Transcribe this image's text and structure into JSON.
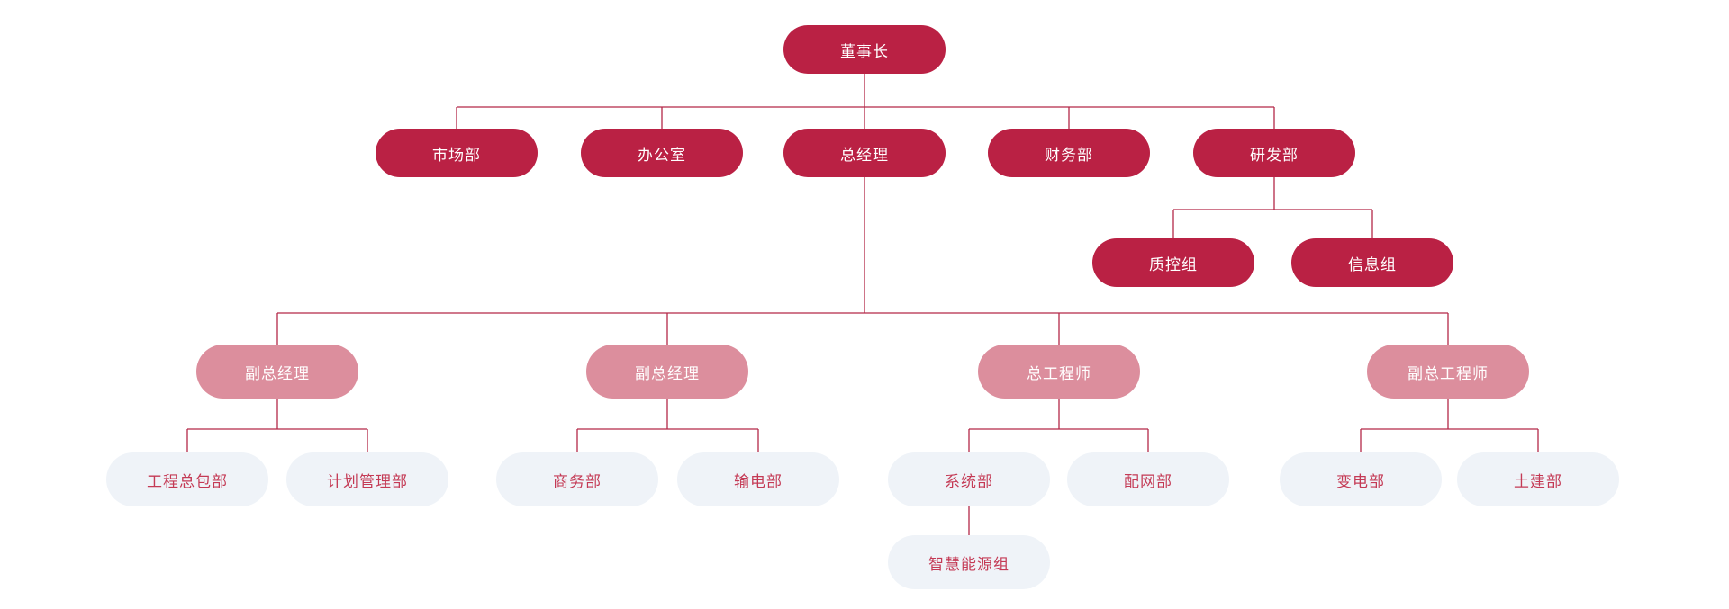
{
  "org": {
    "colors": {
      "primary": "#ba2144",
      "secondary": "#dc8e9d",
      "tertiary_bg": "#eff3f8",
      "tertiary_text": "#c43a55",
      "line": "#b42848"
    },
    "nodes": [
      {
        "id": "chairman",
        "label": "董事长",
        "level": "primary"
      },
      {
        "id": "marketing-dept",
        "label": "市场部",
        "level": "primary"
      },
      {
        "id": "office",
        "label": "办公室",
        "level": "primary"
      },
      {
        "id": "general-manager",
        "label": "总经理",
        "level": "primary"
      },
      {
        "id": "finance-dept",
        "label": "财务部",
        "level": "primary"
      },
      {
        "id": "rnd-dept",
        "label": "研发部",
        "level": "primary"
      },
      {
        "id": "quality-control-group",
        "label": "质控组",
        "level": "primary"
      },
      {
        "id": "information-group",
        "label": "信息组",
        "level": "primary"
      },
      {
        "id": "deputy-gm-1",
        "label": "副总经理",
        "level": "secondary"
      },
      {
        "id": "deputy-gm-2",
        "label": "副总经理",
        "level": "secondary"
      },
      {
        "id": "chief-engineer",
        "label": "总工程师",
        "level": "secondary"
      },
      {
        "id": "deputy-chief-engineer",
        "label": "副总工程师",
        "level": "secondary"
      },
      {
        "id": "epc-dept",
        "label": "工程总包部",
        "level": "tertiary"
      },
      {
        "id": "planning-mgmt-dept",
        "label": "计划管理部",
        "level": "tertiary"
      },
      {
        "id": "commerce-dept",
        "label": "商务部",
        "level": "tertiary"
      },
      {
        "id": "power-transmission-dept",
        "label": "输电部",
        "level": "tertiary"
      },
      {
        "id": "system-dept",
        "label": "系统部",
        "level": "tertiary"
      },
      {
        "id": "distribution-network-dept",
        "label": "配网部",
        "level": "tertiary"
      },
      {
        "id": "substation-dept",
        "label": "变电部",
        "level": "tertiary"
      },
      {
        "id": "civil-engineering-dept",
        "label": "土建部",
        "level": "tertiary"
      },
      {
        "id": "smart-energy-group",
        "label": "智慧能源组",
        "level": "tertiary"
      }
    ],
    "edges": [
      [
        "chairman",
        "marketing-dept"
      ],
      [
        "chairman",
        "office"
      ],
      [
        "chairman",
        "general-manager"
      ],
      [
        "chairman",
        "finance-dept"
      ],
      [
        "chairman",
        "rnd-dept"
      ],
      [
        "rnd-dept",
        "quality-control-group"
      ],
      [
        "rnd-dept",
        "information-group"
      ],
      [
        "general-manager",
        "deputy-gm-1"
      ],
      [
        "general-manager",
        "deputy-gm-2"
      ],
      [
        "general-manager",
        "chief-engineer"
      ],
      [
        "general-manager",
        "deputy-chief-engineer"
      ],
      [
        "deputy-gm-1",
        "epc-dept"
      ],
      [
        "deputy-gm-1",
        "planning-mgmt-dept"
      ],
      [
        "deputy-gm-2",
        "commerce-dept"
      ],
      [
        "deputy-gm-2",
        "power-transmission-dept"
      ],
      [
        "chief-engineer",
        "system-dept"
      ],
      [
        "chief-engineer",
        "distribution-network-dept"
      ],
      [
        "deputy-chief-engineer",
        "substation-dept"
      ],
      [
        "deputy-chief-engineer",
        "civil-engineering-dept"
      ],
      [
        "system-dept",
        "smart-energy-group"
      ]
    ]
  }
}
